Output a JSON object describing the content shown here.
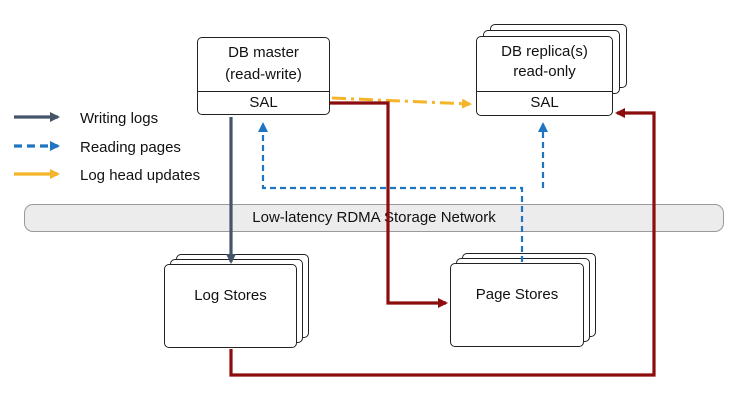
{
  "legend": {
    "items": [
      {
        "label": "Writing logs",
        "color": "#46546a",
        "style": "solid"
      },
      {
        "label": "Reading pages",
        "color": "#1f75c2",
        "style": "dashed"
      },
      {
        "label": "Log head updates",
        "color": "#f5b52a",
        "style": "solid"
      }
    ]
  },
  "nodes": {
    "db_master": {
      "line1": "DB master",
      "line2": "(read-write)",
      "sal": "SAL"
    },
    "db_replica": {
      "line1": "DB replica(s)",
      "line2": "read-only",
      "sal": "SAL"
    },
    "network": {
      "label": "Low-latency RDMA Storage Network"
    },
    "log_stores": {
      "label": "Log Stores"
    },
    "page_stores": {
      "label": "Page Stores"
    }
  },
  "colors": {
    "writing_logs": "#46546a",
    "reading_pages": "#1f75c2",
    "log_head_updates": "#f5b52a",
    "data_flow": "#8b0d0d"
  }
}
